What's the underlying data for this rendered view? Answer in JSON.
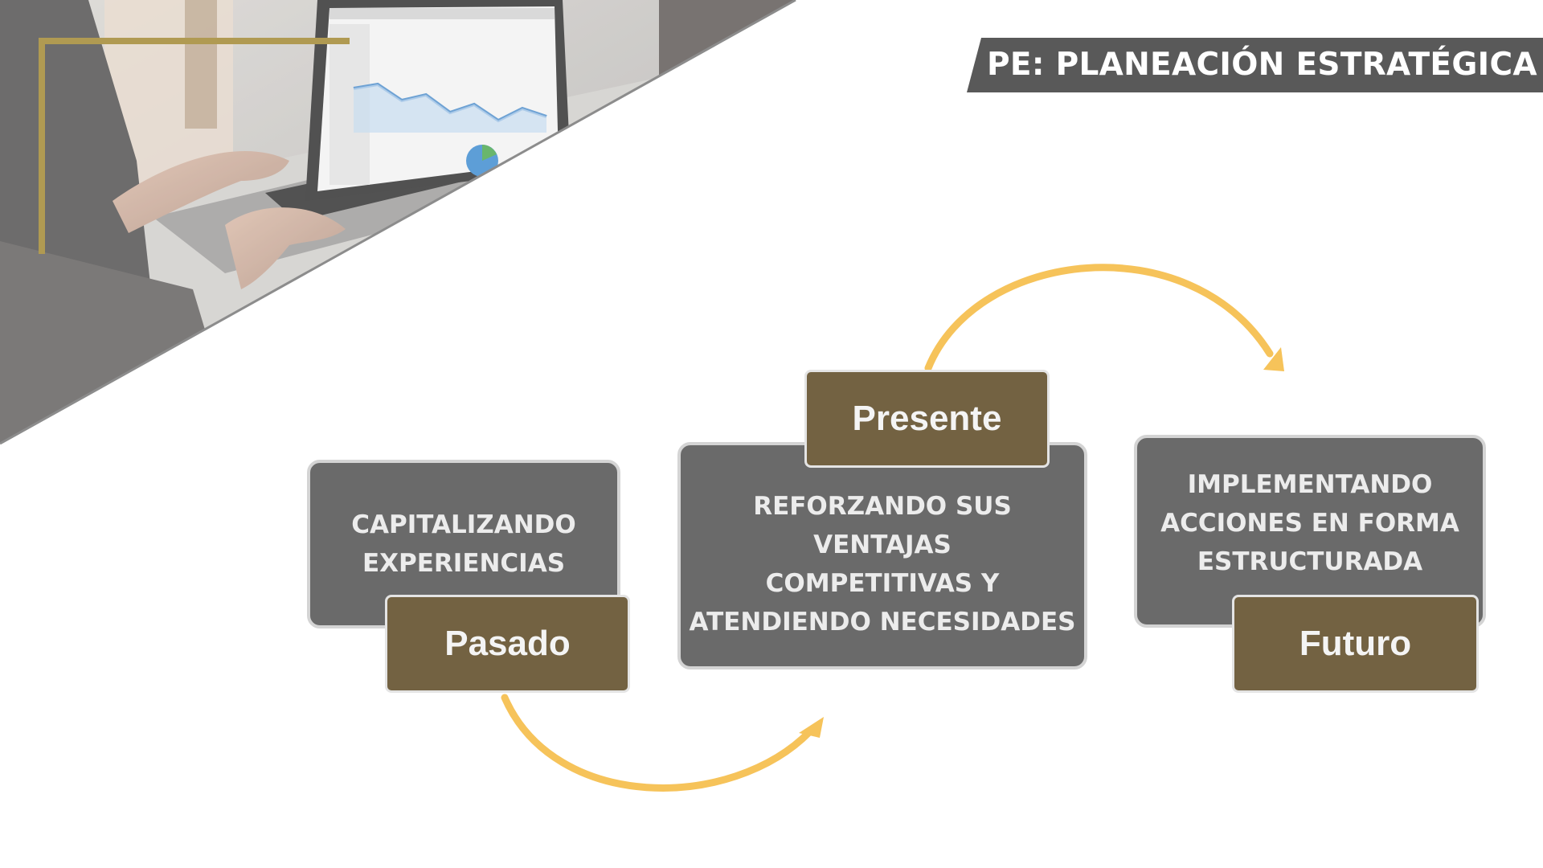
{
  "header": {
    "title": "PE: PLANEACIÓN ESTRATÉGICA"
  },
  "colors": {
    "box_fill": "#6a6a6a",
    "label_fill": "#736242",
    "arrow": "#f6c35a",
    "accent_gold": "#b09a52",
    "banner": "#595959"
  },
  "photo": {
    "icon": "laptop-analytics-photo"
  },
  "diagram": {
    "past": {
      "label": "Pasado",
      "text": "CAPITALIZANDO\nEXPERIENCIAS"
    },
    "present": {
      "label": "Presente",
      "text": "REFORZANDO SUS VENTAJAS\nCOMPETITIVAS Y\nATENDIENDO NECESIDADES"
    },
    "future": {
      "label": "Futuro",
      "text": "IMPLEMENTANDO\nACCIONES EN FORMA\nESTRUCTURADA"
    }
  }
}
